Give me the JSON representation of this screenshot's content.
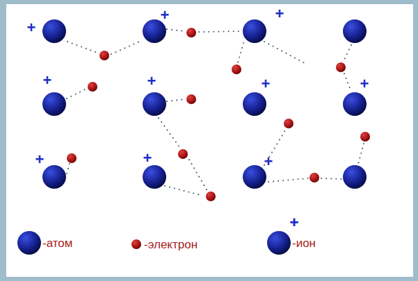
{
  "diagram": {
    "labels": [
      "+",
      "+",
      "+",
      "+",
      "+",
      "+",
      "+",
      "+",
      "+",
      "+",
      "+",
      "+"
    ],
    "legend": [
      {
        "text": "-атом"
      },
      {
        "text": "-электрон"
      },
      {
        "text": "-ион"
      }
    ]
  }
}
